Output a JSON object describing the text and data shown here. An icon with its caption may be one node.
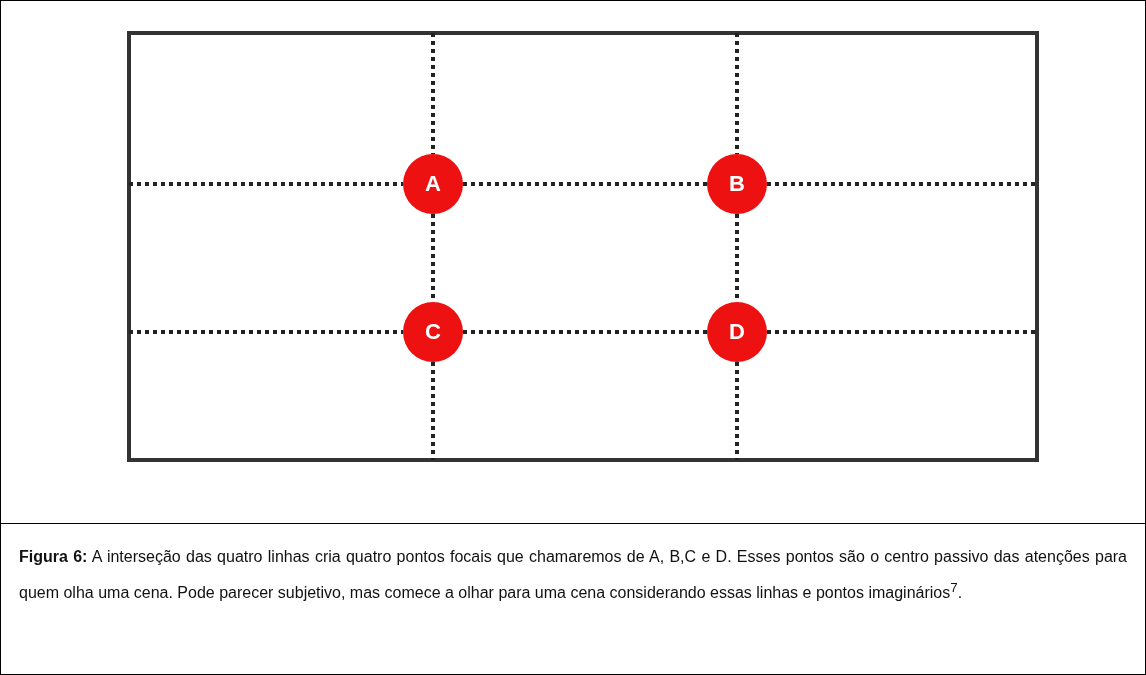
{
  "diagram": {
    "caption": "**Figura 6:** A interseção das quatro linhas cria quatro pontos focais que chamaremos de A, B,C e D. Esses pontos são o centro passivo das atenções para quem olha uma cena. Pode parecer subjetivo, mas comece a olhar para uma cena considerando essas linhas e pontos imaginários$^{7}$.",
    "nodes": [
      {
        "text": [
          "A"
        ]
      },
      {
        "text": [
          "B"
        ]
      },
      {
        "text": [
          "C"
        ]
      },
      {
        "text": [
          "D"
        ]
      }
    ],
    "edges": [
      {
        "from": 0,
        "to": 1,
        "arrow": "none",
        "style": "dashed"
      },
      {
        "from": 0,
        "to": 2,
        "arrow": "none",
        "style": "dashed"
      },
      {
        "from": 1,
        "to": 3,
        "arrow": "none",
        "style": "dashed"
      },
      {
        "from": 2,
        "to": 3,
        "arrow": "none",
        "style": "dashed"
      }
    ]
  }
}
